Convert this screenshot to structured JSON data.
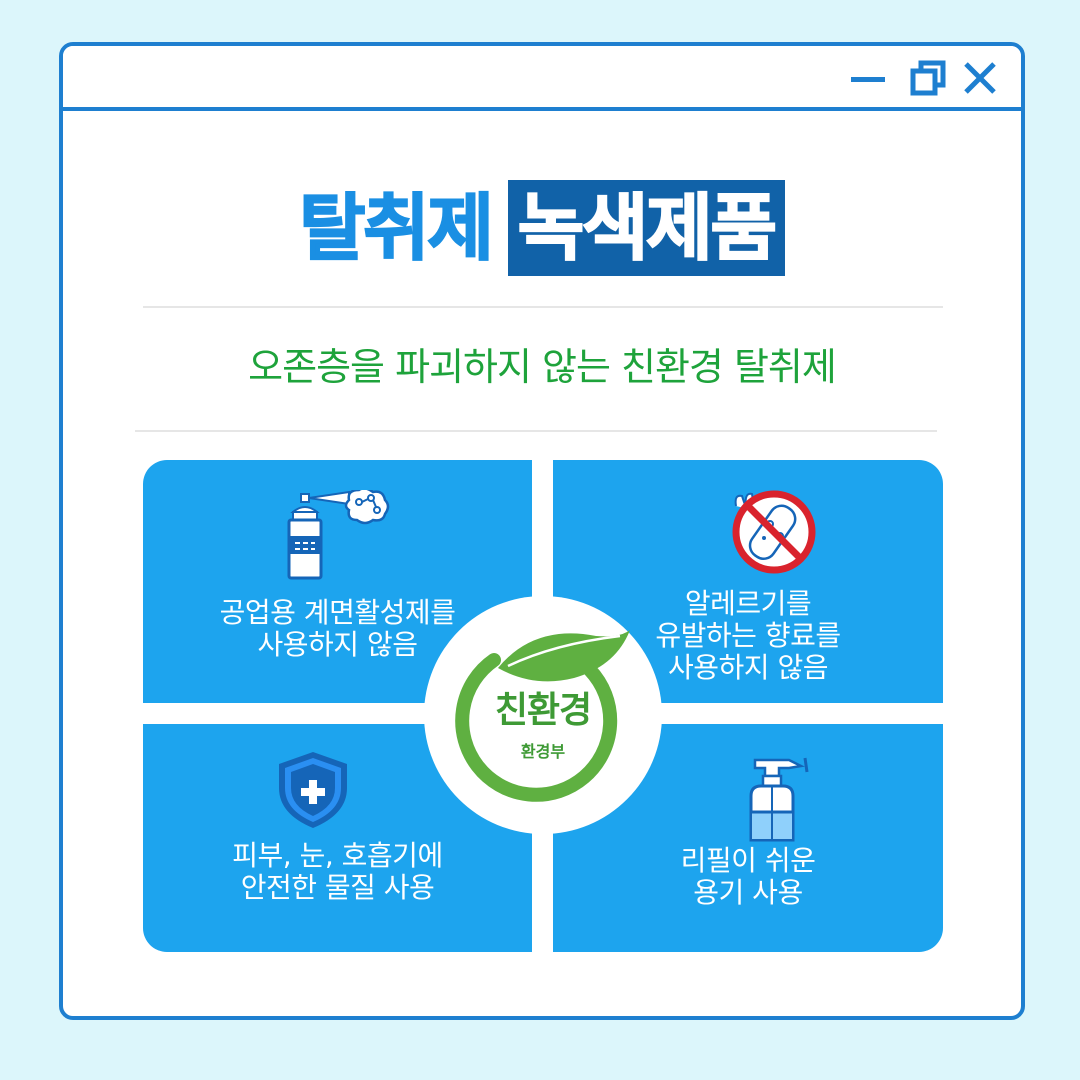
{
  "window": {
    "controls": {
      "minimize_icon": "minimize-icon",
      "maximize_icon": "maximize-icon",
      "close_icon": "close-icon"
    }
  },
  "header": {
    "title_part1": "탈취제",
    "title_part2": "녹색제품",
    "subtitle": "오존층을 파괴하지 않는 친환경 탈취제"
  },
  "features": [
    {
      "icon": "spray-can-icon",
      "lines": [
        "공업용 계면활성제를",
        "사용하지 않음"
      ]
    },
    {
      "icon": "no-allergen-icon",
      "lines": [
        "알레르기를",
        "유발하는 향료를",
        "사용하지 않음"
      ]
    },
    {
      "icon": "shield-plus-icon",
      "lines": [
        "피부, 눈, 호흡기에",
        "안전한 물질 사용"
      ]
    },
    {
      "icon": "spray-bottle-icon",
      "lines": [
        "리필이 쉬운",
        "용기 사용"
      ]
    }
  ],
  "badge": {
    "main": "친환경",
    "sub": "환경부",
    "icon": "eco-leaf-logo"
  },
  "colors": {
    "background": "#dcf6fb",
    "frame": "#1e7fd0",
    "title_blue": "#1a8fe3",
    "title_box": "#1162a8",
    "subtitle_green": "#1ea33b",
    "panel_blue": "#1da4ee",
    "eco_green": "#3e9a35"
  }
}
